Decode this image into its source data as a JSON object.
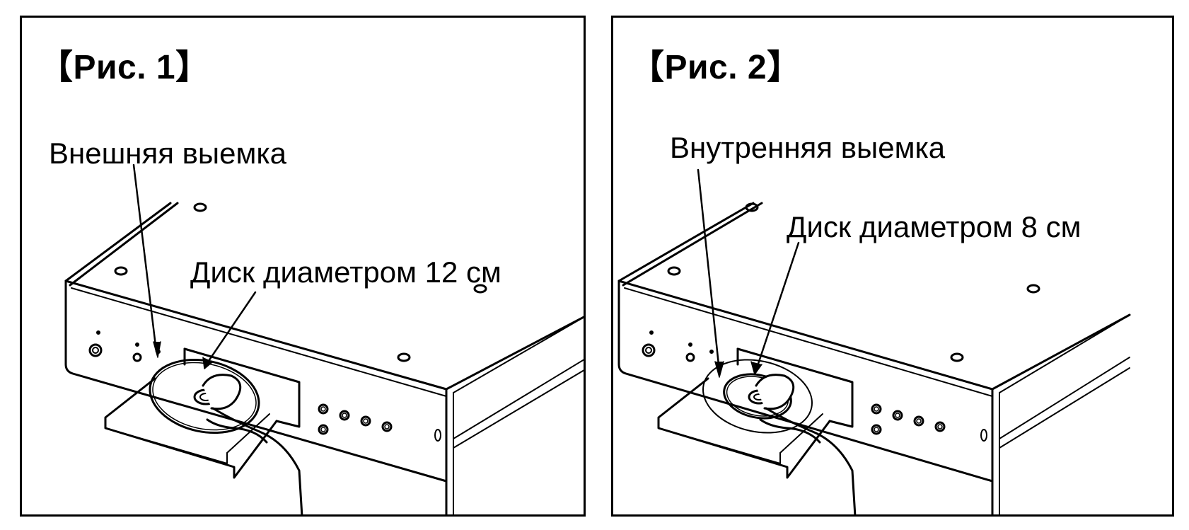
{
  "figures": [
    {
      "title": "【Рис. 1】",
      "notch_label": "Внешняя выемка",
      "disc_label": "Диск диаметром 12 см"
    },
    {
      "title": "【Рис. 2】",
      "notch_label": "Внутренняя выемка",
      "disc_label": "Диск диаметром 8 см"
    }
  ],
  "colors": {
    "line": "#000000",
    "background": "#ffffff"
  }
}
